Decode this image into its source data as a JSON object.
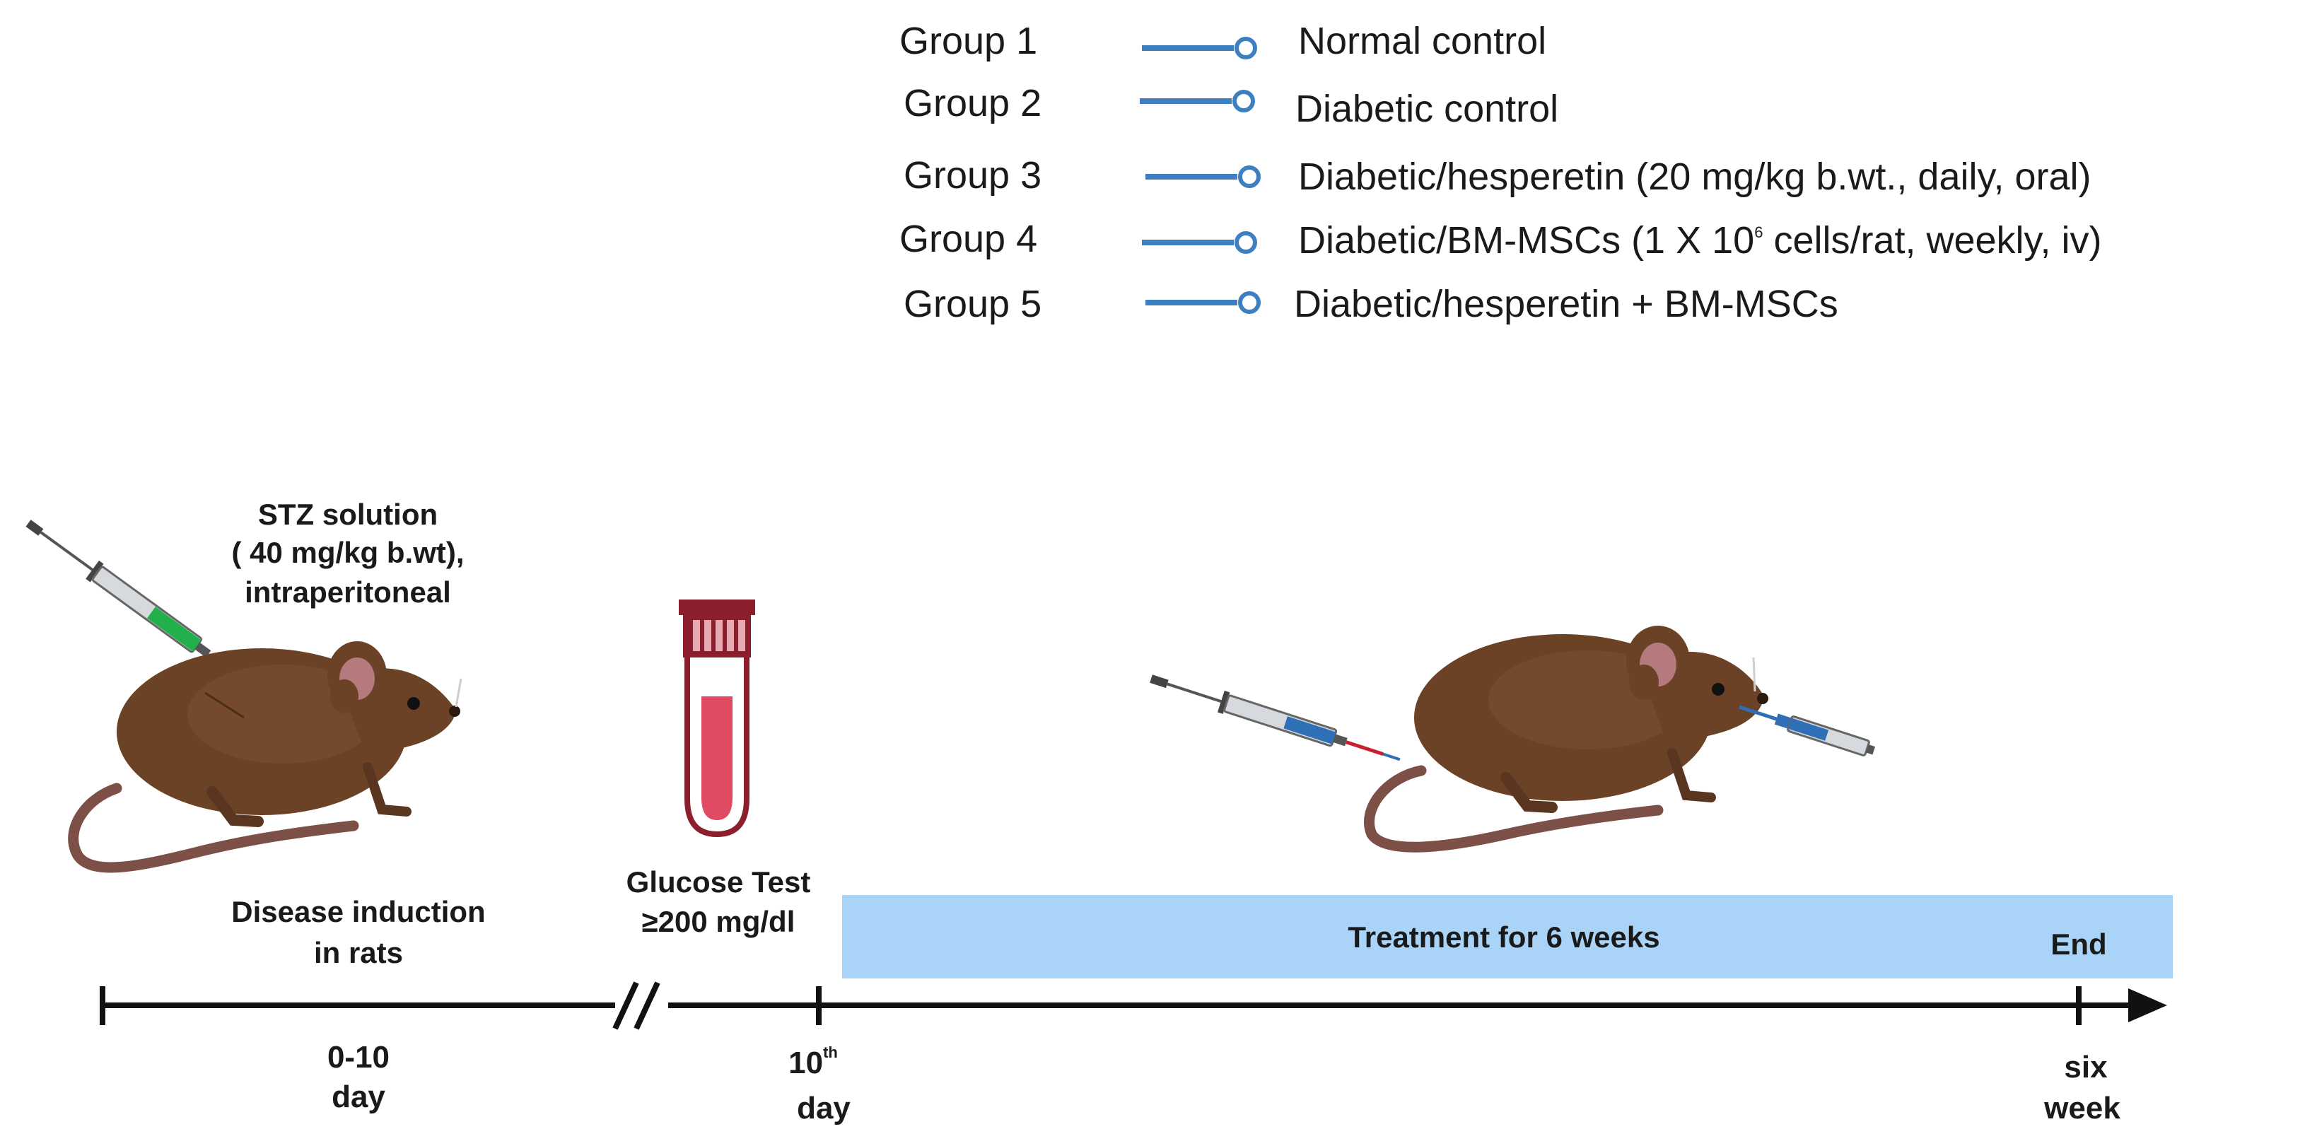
{
  "groups": [
    {
      "label": "Group 1",
      "description": "Normal control"
    },
    {
      "label": "Group 2",
      "description": "Diabetic control"
    },
    {
      "label": "Group 3",
      "description": "Diabetic/hesperetin (20 mg/kg b.wt., daily, oral)"
    },
    {
      "label": "Group 4",
      "description_pre": "Diabetic/BM-MSCs (1 X 10",
      "description_sup": "6",
      "description_post": " cells/rat, weekly, iv)"
    },
    {
      "label": "Group 5",
      "description": "Diabetic/hesperetin + BM-MSCs"
    }
  ],
  "injection": {
    "line1": "STZ solution",
    "line2": "( 40 mg/kg b.wt),",
    "line3": "intraperitoneal"
  },
  "induction": {
    "line1": "Disease induction",
    "line2": "in rats"
  },
  "glucose": {
    "line1": "Glucose Test",
    "line2": "≥200 mg/dl"
  },
  "treatment": {
    "label": "Treatment for 6 weeks",
    "end": "End"
  },
  "timeline": {
    "start_line1": "0-10",
    "start_line2": "day",
    "mid_num": "10",
    "mid_sup": "th",
    "mid_line2": "day",
    "end_line1": "six",
    "end_line2": "week"
  },
  "colors": {
    "line": "#3d7fc1",
    "bar": "#a9d4f7",
    "rat": "#6b4225",
    "tube": "#8c1f2e",
    "axis": "#111111"
  }
}
